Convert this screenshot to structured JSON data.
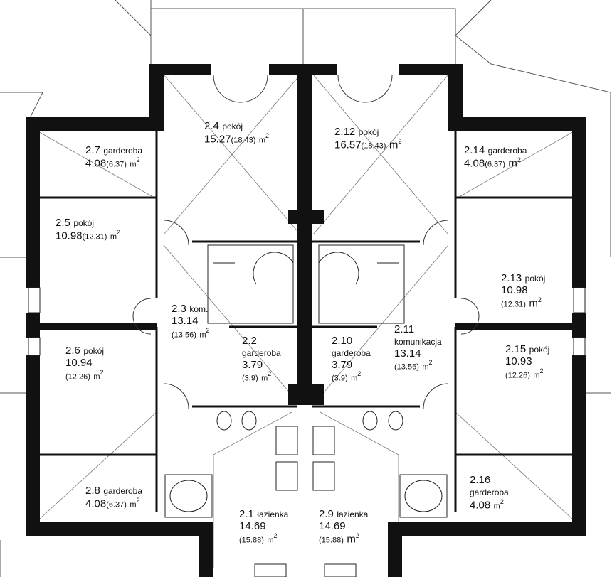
{
  "rooms": [
    {
      "id": "2.4",
      "name": "pokój",
      "area": "15.27",
      "area_total": "(18.43)",
      "unit": "m",
      "sup": "2"
    },
    {
      "id": "2.12",
      "name": "pokój",
      "area": "16.57",
      "area_total": "(18.43)",
      "unit": "m",
      "sup": "2"
    },
    {
      "id": "2.7",
      "name": "garderoba",
      "area": "4.08",
      "area_total": "(6.37)",
      "unit": "m",
      "sup": "2"
    },
    {
      "id": "2.14",
      "name": "garderoba",
      "area": "4.08",
      "area_total": "(6.37)",
      "unit": "m",
      "sup": "2"
    },
    {
      "id": "2.5",
      "name": "pokój",
      "area": "10.98",
      "area_total": "(12.31)",
      "unit": "m",
      "sup": "2"
    },
    {
      "id": "2.13",
      "name": "pokój",
      "area": "10.98",
      "area_total": "(12.31)",
      "unit": "m",
      "sup": "2"
    },
    {
      "id": "2.3",
      "name": "kom.",
      "area": "13.14",
      "area_total": "(13.56)",
      "unit": "m",
      "sup": "2"
    },
    {
      "id": "2.11",
      "name": "komunikacja",
      "area": "13.14",
      "area_total": "(13.56)",
      "unit": "m",
      "sup": "2"
    },
    {
      "id": "2.2",
      "name": "garderoba",
      "area": "3.79",
      "area_total": "(3.9)",
      "unit": "m",
      "sup": "2"
    },
    {
      "id": "2.10",
      "name": "garderoba",
      "area": "3.79",
      "area_total": "(3.9)",
      "unit": "m",
      "sup": "2"
    },
    {
      "id": "2.6",
      "name": "pokój",
      "area": "10.94",
      "area_total": "(12.26)",
      "unit": "m",
      "sup": "2"
    },
    {
      "id": "2.15",
      "name": "pokój",
      "area": "10.93",
      "area_total": "(12.26)",
      "unit": "m",
      "sup": "2"
    },
    {
      "id": "2.8",
      "name": "garderoba",
      "area": "4.08",
      "area_total": "(6.37)",
      "unit": "m",
      "sup": "2"
    },
    {
      "id": "2.16",
      "name": "garderoba",
      "area": "4.08",
      "area_total": "",
      "unit": "m",
      "sup": "2"
    },
    {
      "id": "2.1",
      "name": "łazienka",
      "area": "14.69",
      "area_total": "(15.88)",
      "unit": "m",
      "sup": "2"
    },
    {
      "id": "2.9",
      "name": "łazienka",
      "area": "14.69",
      "area_total": "(15.88)",
      "unit": "m",
      "sup": "2"
    }
  ]
}
